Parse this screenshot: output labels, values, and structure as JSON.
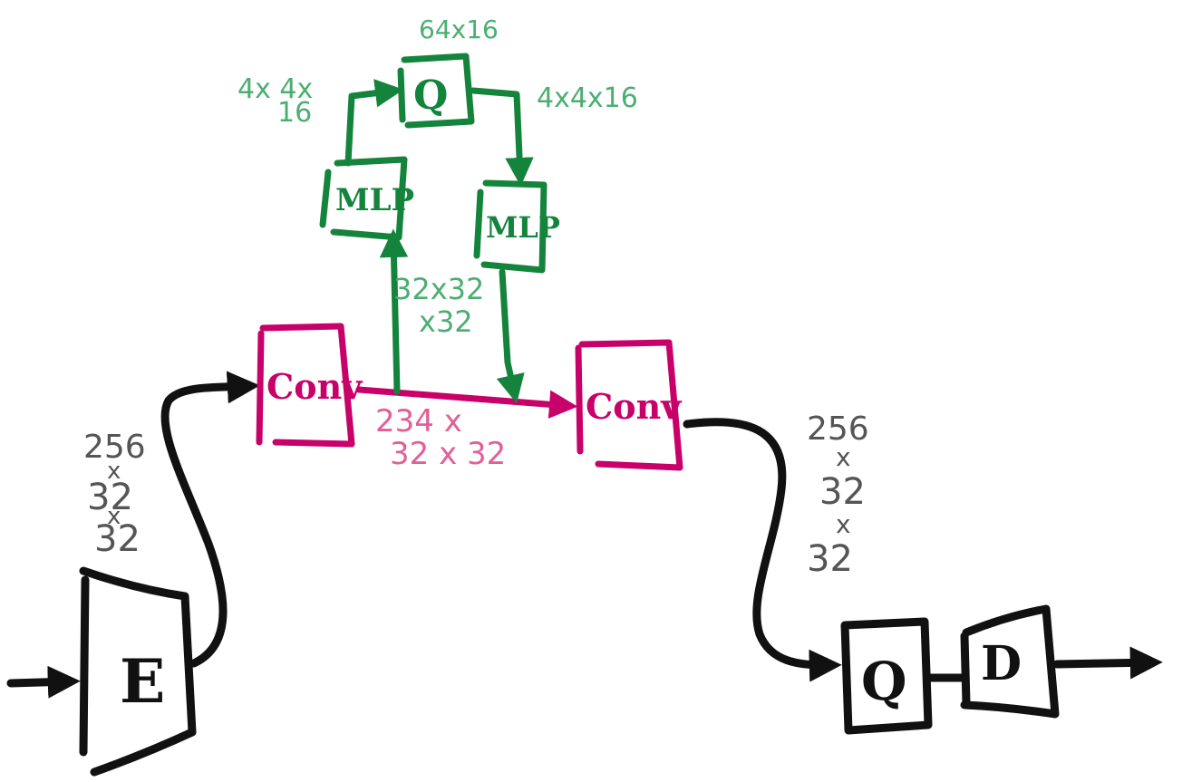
{
  "colors": {
    "black": "#111111",
    "magenta": "#c8006a",
    "magenta_text": "#e0609a",
    "green": "#14843c",
    "green_text": "#4cae72",
    "gray_text": "#555555"
  },
  "nodes": {
    "encoder": {
      "label": "E"
    },
    "conv_left": {
      "label": "Conv"
    },
    "conv_right": {
      "label": "Conv"
    },
    "mlp_left": {
      "label": "MLP"
    },
    "mlp_right": {
      "label": "MLP"
    },
    "quant_top": {
      "label": "Q"
    },
    "quant_bottom": {
      "label": "Q"
    },
    "decoder": {
      "label": "D"
    }
  },
  "dims": {
    "encoder_out": [
      "256",
      "x",
      "32",
      "x",
      "32"
    ],
    "conv_between": [
      "234 x",
      "32 x 32"
    ],
    "to_mlp": [
      "32x32",
      "x32"
    ],
    "mlp_to_q": [
      "4x 4x",
      "16"
    ],
    "q_top": "64x16",
    "q_to_mlp": "4x4x16",
    "conv_out": [
      "256",
      "x",
      "32",
      "x",
      "32"
    ]
  }
}
